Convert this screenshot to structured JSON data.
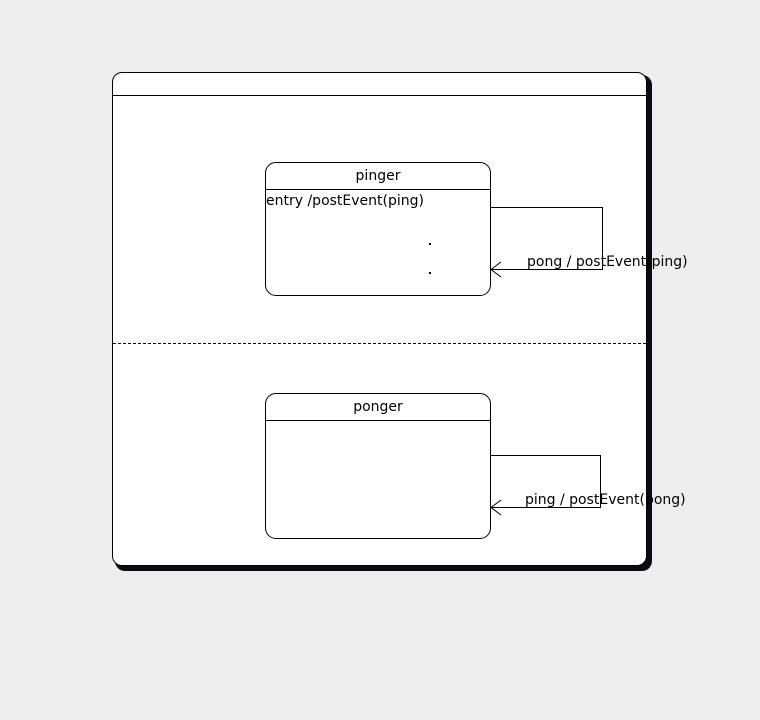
{
  "diagram": {
    "type": "uml-statechart",
    "background_color": "#eeeeee",
    "line_color": "#000000",
    "fill_color": "#ffffff",
    "composite_state": {
      "title": "",
      "regions": [
        {
          "id": "region-top",
          "state": {
            "name": "pinger",
            "actions": [
              "entry /postEvent(ping)"
            ],
            "selection_dots": 2
          },
          "self_transition": {
            "label": "pong / postEvent(ping)",
            "trigger": "pong",
            "effect": "postEvent(ping)",
            "arrow_style": "open"
          }
        },
        {
          "id": "region-bottom",
          "state": {
            "name": "ponger",
            "actions": [],
            "selection_dots": 0
          },
          "self_transition": {
            "label": "ping / postEvent(pong)",
            "trigger": "ping",
            "effect": "postEvent(pong)",
            "arrow_style": "open"
          }
        }
      ],
      "divider_style": "dashed"
    }
  }
}
